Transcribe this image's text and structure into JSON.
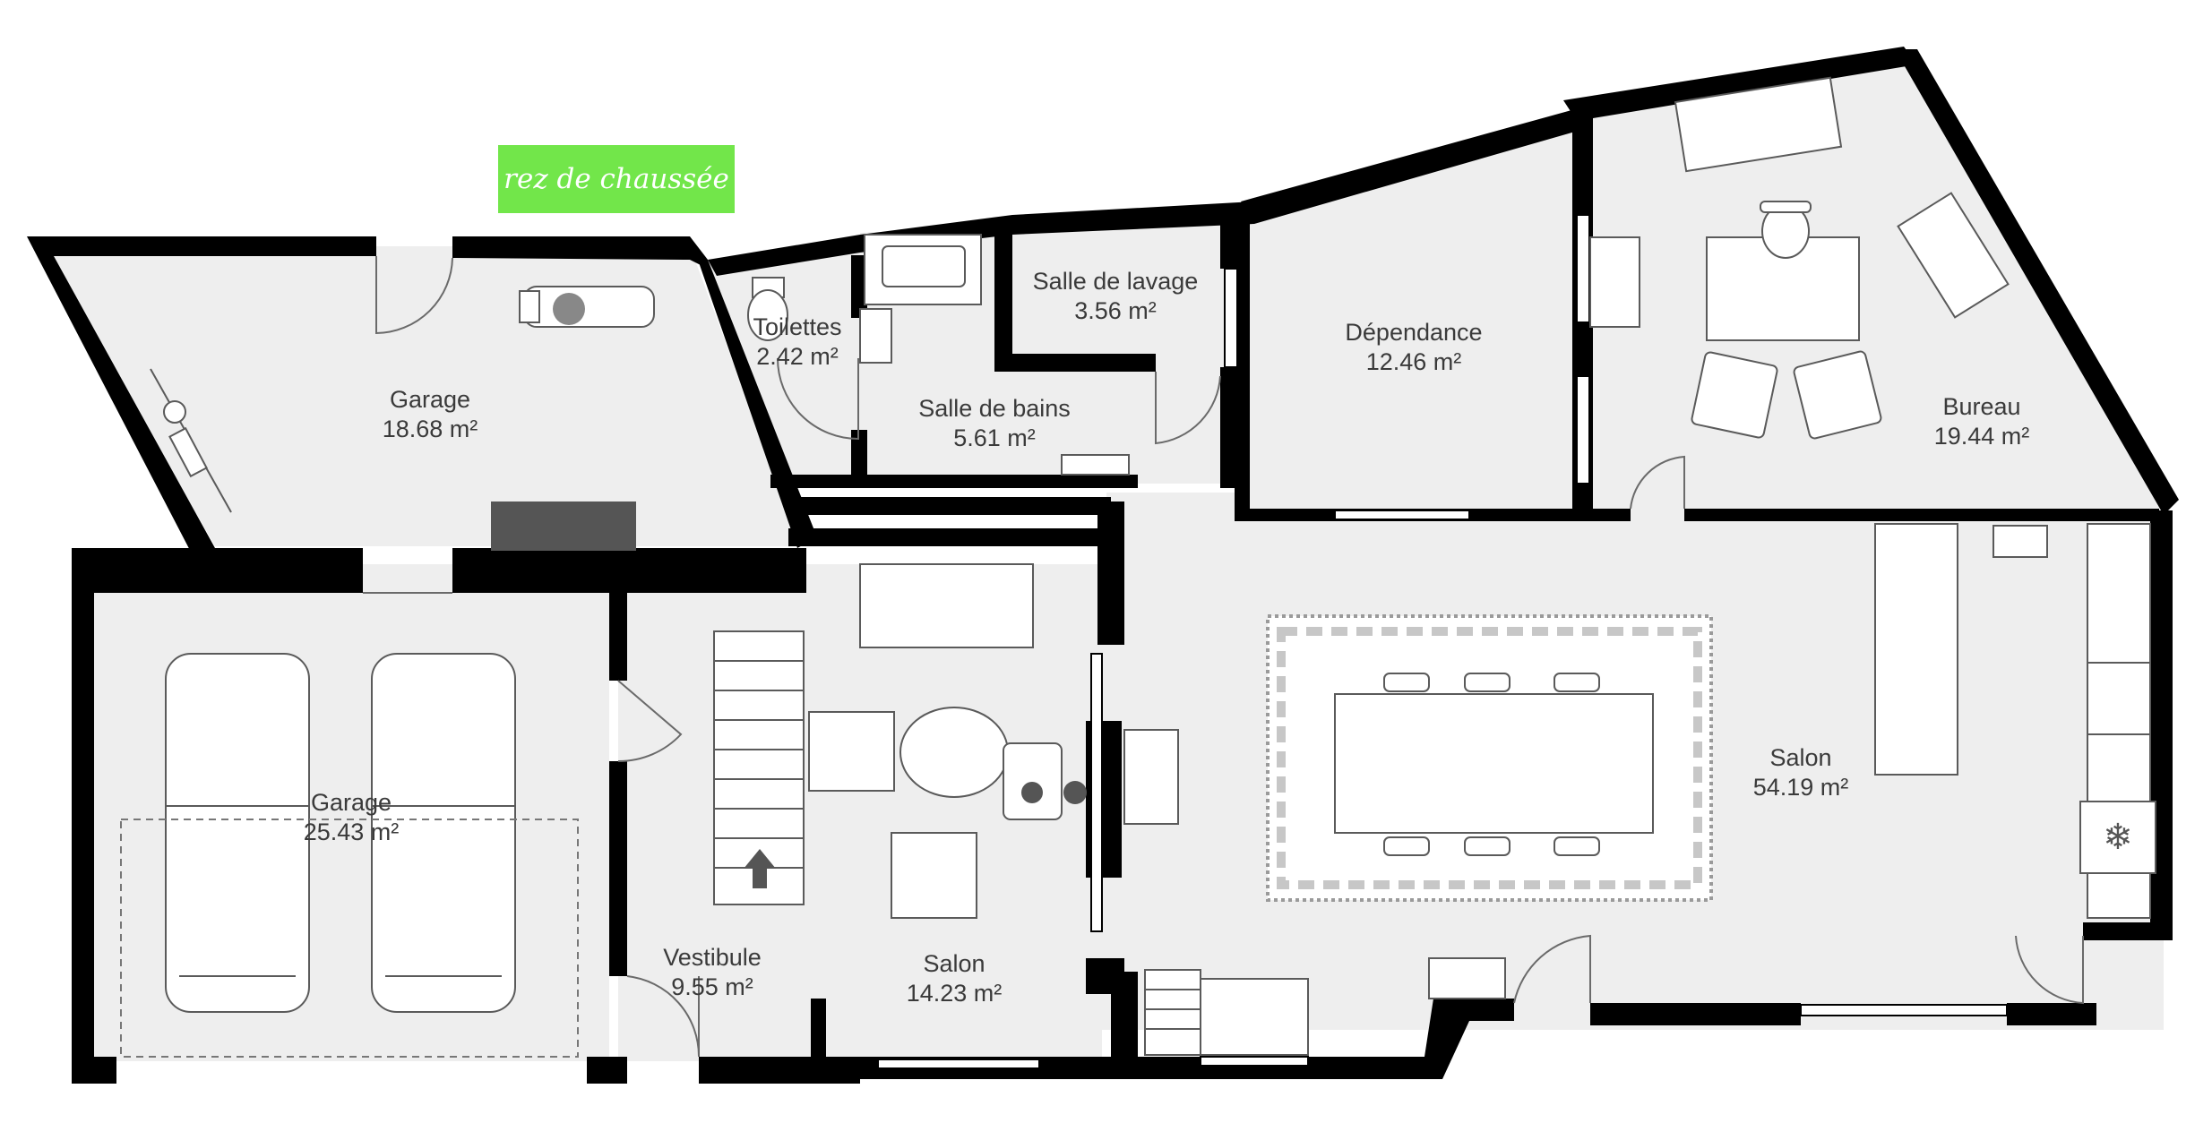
{
  "floor_label": "rez de chaussée",
  "rooms": [
    {
      "name": "Garage",
      "area": "18.68 m²"
    },
    {
      "name": "Toilettes",
      "area": "2.42 m²"
    },
    {
      "name": "Salle de bains",
      "area": "5.61 m²"
    },
    {
      "name": "Salle de lavage",
      "area": "3.56 m²"
    },
    {
      "name": "Dépendance",
      "area": "12.46 m²"
    },
    {
      "name": "Bureau",
      "area": "19.44 m²"
    },
    {
      "name": "Garage",
      "area": "25.43 m²"
    },
    {
      "name": "Vestibule",
      "area": "9.55 m²"
    },
    {
      "name": "Salon",
      "area": "14.23 m²"
    },
    {
      "name": "Salon",
      "area": "54.19 m²"
    }
  ],
  "colors": {
    "wall": "#000000",
    "floor": "#eeeeee",
    "label_bg": "#72e64a",
    "label_text": "#ffffff",
    "workbench": "#555555"
  }
}
